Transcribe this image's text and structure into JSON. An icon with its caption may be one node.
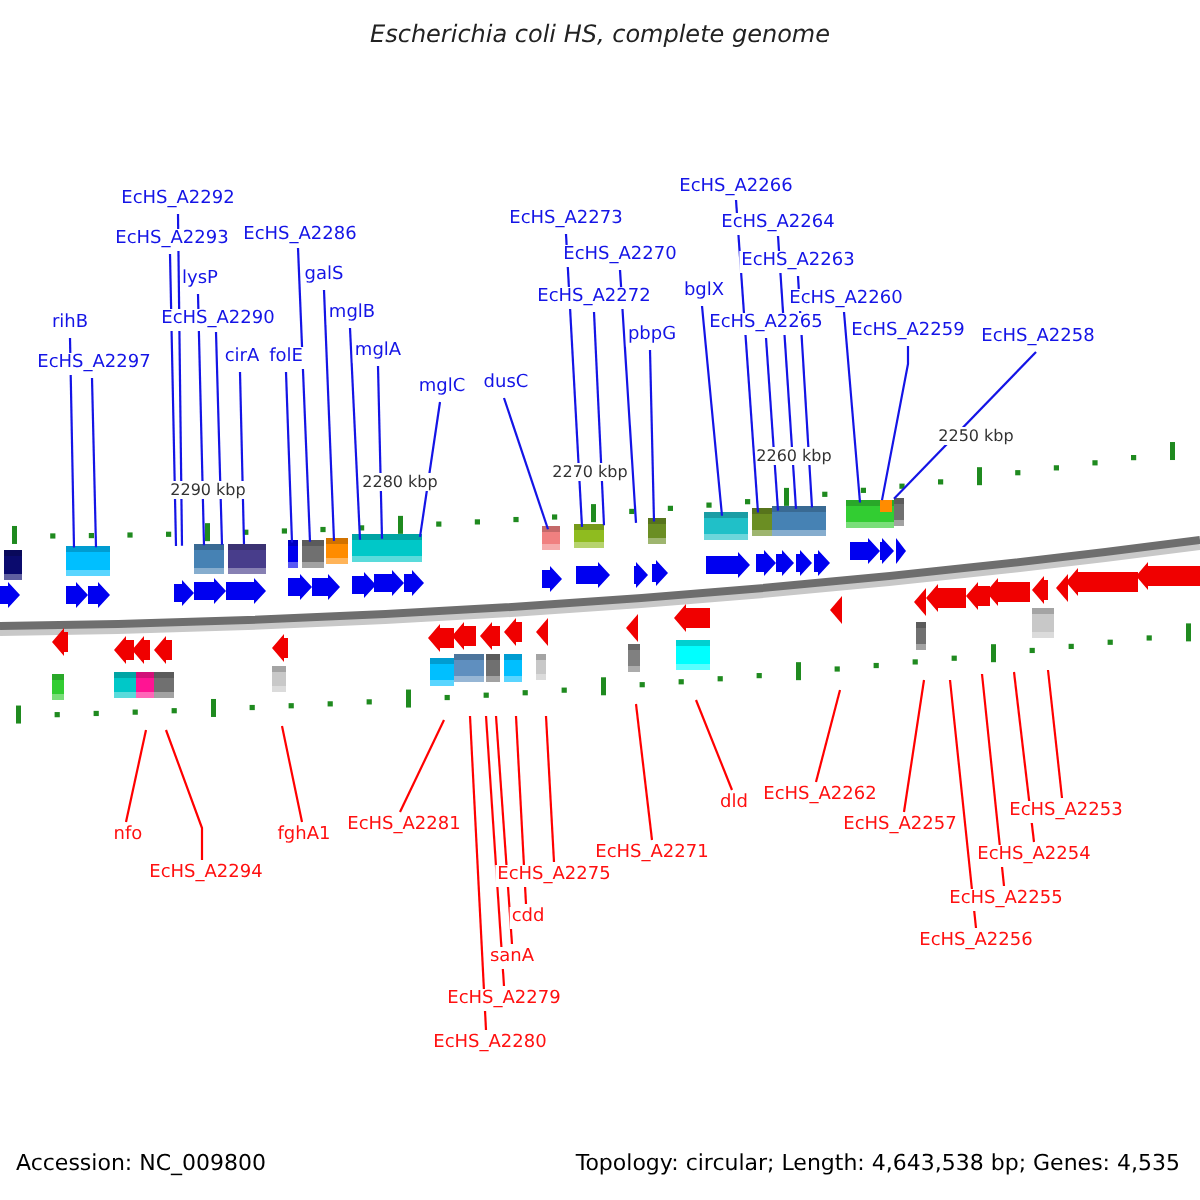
{
  "diagram": {
    "title": "Escherichia coli HS, complete genome",
    "nodes": [
      {
        "text": [
          "EcHS_A2266"
        ]
      },
      {
        "text": [
          "EcHS_A2292"
        ]
      },
      {
        "text": [
          "EcHS_A2273"
        ]
      },
      {
        "text": [
          "EcHS_A2264"
        ]
      },
      {
        "text": [
          "EcHS_A2286"
        ]
      },
      {
        "text": [
          "EcHS_A2293"
        ]
      },
      {
        "text": [
          "EcHS_A2270"
        ]
      },
      {
        "text": [
          "EcHS_A2263"
        ]
      },
      {
        "text": [
          "galS"
        ]
      },
      {
        "text": [
          "lysP"
        ]
      },
      {
        "text": [
          "bglX"
        ]
      },
      {
        "text": [
          "EcHS_A2272"
        ]
      },
      {
        "text": [
          "EcHS_A2260"
        ]
      },
      {
        "text": [
          "mglB"
        ]
      },
      {
        "text": [
          "EcHS_A2290"
        ]
      },
      {
        "text": [
          "EcHS_A2265"
        ]
      },
      {
        "text": [
          "rihB"
        ]
      },
      {
        "text": [
          "EcHS_A2259"
        ]
      },
      {
        "text": [
          "pbpG"
        ]
      },
      {
        "text": [
          "EcHS_A2258"
        ]
      },
      {
        "text": [
          "mglA"
        ]
      },
      {
        "text": [
          "cirA"
        ]
      },
      {
        "text": [
          "folE"
        ]
      },
      {
        "text": [
          "EcHS_A2297"
        ]
      },
      {
        "text": [
          "dusC"
        ]
      },
      {
        "text": [
          "mglC"
        ]
      },
      {
        "text": [
          "EcHS_A2262"
        ]
      },
      {
        "text": [
          "dld"
        ]
      },
      {
        "text": [
          "EcHS_A2253"
        ]
      },
      {
        "text": [
          "EcHS_A2281"
        ]
      },
      {
        "text": [
          "EcHS_A2257"
        ]
      },
      {
        "text": [
          "fghA1"
        ]
      },
      {
        "text": [
          "nfo"
        ]
      },
      {
        "text": [
          "EcHS_A2254"
        ]
      },
      {
        "text": [
          "EcHS_A2271"
        ]
      },
      {
        "text": [
          "EcHS_A2294"
        ]
      },
      {
        "text": [
          "EcHS_A2275"
        ]
      },
      {
        "text": [
          "EcHS_A2255"
        ]
      },
      {
        "text": [
          "cdd"
        ]
      },
      {
        "text": [
          "EcHS_A2256"
        ]
      },
      {
        "text": [
          "sanA"
        ]
      },
      {
        "text": [
          "EcHS_A2279"
        ]
      },
      {
        "text": [
          "EcHS_A2280"
        ]
      }
    ],
    "edges": [
      {
        "from": 0,
        "to": null,
        "arrow": "none"
      },
      {
        "from": 1,
        "to": null,
        "arrow": "none"
      },
      {
        "from": 2,
        "to": null,
        "arrow": "none"
      },
      {
        "from": 3,
        "to": null,
        "arrow": "none"
      },
      {
        "from": 4,
        "to": null,
        "arrow": "none"
      },
      {
        "from": 5,
        "to": null,
        "arrow": "none"
      },
      {
        "from": 6,
        "to": null,
        "arrow": "none"
      },
      {
        "from": 7,
        "to": null,
        "arrow": "none"
      },
      {
        "from": 8,
        "to": null,
        "arrow": "none"
      },
      {
        "from": 9,
        "to": null,
        "arrow": "none"
      },
      {
        "from": 10,
        "to": null,
        "arrow": "none"
      },
      {
        "from": 11,
        "to": null,
        "arrow": "none"
      },
      {
        "from": 12,
        "to": null,
        "arrow": "none"
      },
      {
        "from": 13,
        "to": null,
        "arrow": "none"
      },
      {
        "from": 14,
        "to": null,
        "arrow": "none"
      },
      {
        "from": 15,
        "to": null,
        "arrow": "none"
      },
      {
        "from": 16,
        "to": null,
        "arrow": "none"
      },
      {
        "from": 17,
        "to": null,
        "arrow": "none"
      },
      {
        "from": 18,
        "to": null,
        "arrow": "none"
      },
      {
        "from": 19,
        "to": null,
        "arrow": "none"
      },
      {
        "from": 20,
        "to": null,
        "arrow": "none"
      },
      {
        "from": 21,
        "to": null,
        "arrow": "none"
      },
      {
        "from": 22,
        "to": null,
        "arrow": "none"
      },
      {
        "from": 23,
        "to": null,
        "arrow": "none"
      },
      {
        "from": 24,
        "to": null,
        "arrow": "none"
      },
      {
        "from": 25,
        "to": null,
        "arrow": "none"
      },
      {
        "from": 26,
        "to": null,
        "arrow": "none",
        "color": "#ff0000"
      },
      {
        "from": 27,
        "to": null,
        "arrow": "none",
        "color": "#ff0000"
      },
      {
        "from": 28,
        "to": null,
        "arrow": "none",
        "color": "#ff0000"
      },
      {
        "from": 29,
        "to": null,
        "arrow": "none",
        "color": "#ff0000"
      },
      {
        "from": 30,
        "to": null,
        "arrow": "none",
        "color": "#ff0000"
      },
      {
        "from": 31,
        "to": null,
        "arrow": "none",
        "color": "#ff0000"
      },
      {
        "from": 32,
        "to": null,
        "arrow": "none",
        "color": "#ff0000"
      },
      {
        "from": 33,
        "to": null,
        "arrow": "none",
        "color": "#ff0000"
      },
      {
        "from": 34,
        "to": null,
        "arrow": "none",
        "color": "#ff0000"
      },
      {
        "from": 35,
        "to": null,
        "arrow": "none",
        "color": "#ff0000"
      },
      {
        "from": 36,
        "to": null,
        "arrow": "none",
        "color": "#ff0000"
      },
      {
        "from": 37,
        "to": null,
        "arrow": "none",
        "color": "#ff0000"
      },
      {
        "from": 38,
        "to": null,
        "arrow": "none",
        "color": "#ff0000"
      },
      {
        "from": 39,
        "to": null,
        "arrow": "none",
        "color": "#ff0000"
      },
      {
        "from": 40,
        "to": null,
        "arrow": "none",
        "color": "#ff0000"
      },
      {
        "from": 41,
        "to": null,
        "arrow": "none",
        "color": "#ff0000"
      },
      {
        "from": 42,
        "to": null,
        "arrow": "none",
        "color": "#ff0000"
      }
    ],
    "labels": [
      "2290 kbp",
      "2280 kbp",
      "2270 kbp",
      "2260 kbp",
      "2250 kbp",
      "Accession: NC_009800",
      "Topology: circular; Length: 4,643,538 bp; Genes: 4,535"
    ]
  }
}
